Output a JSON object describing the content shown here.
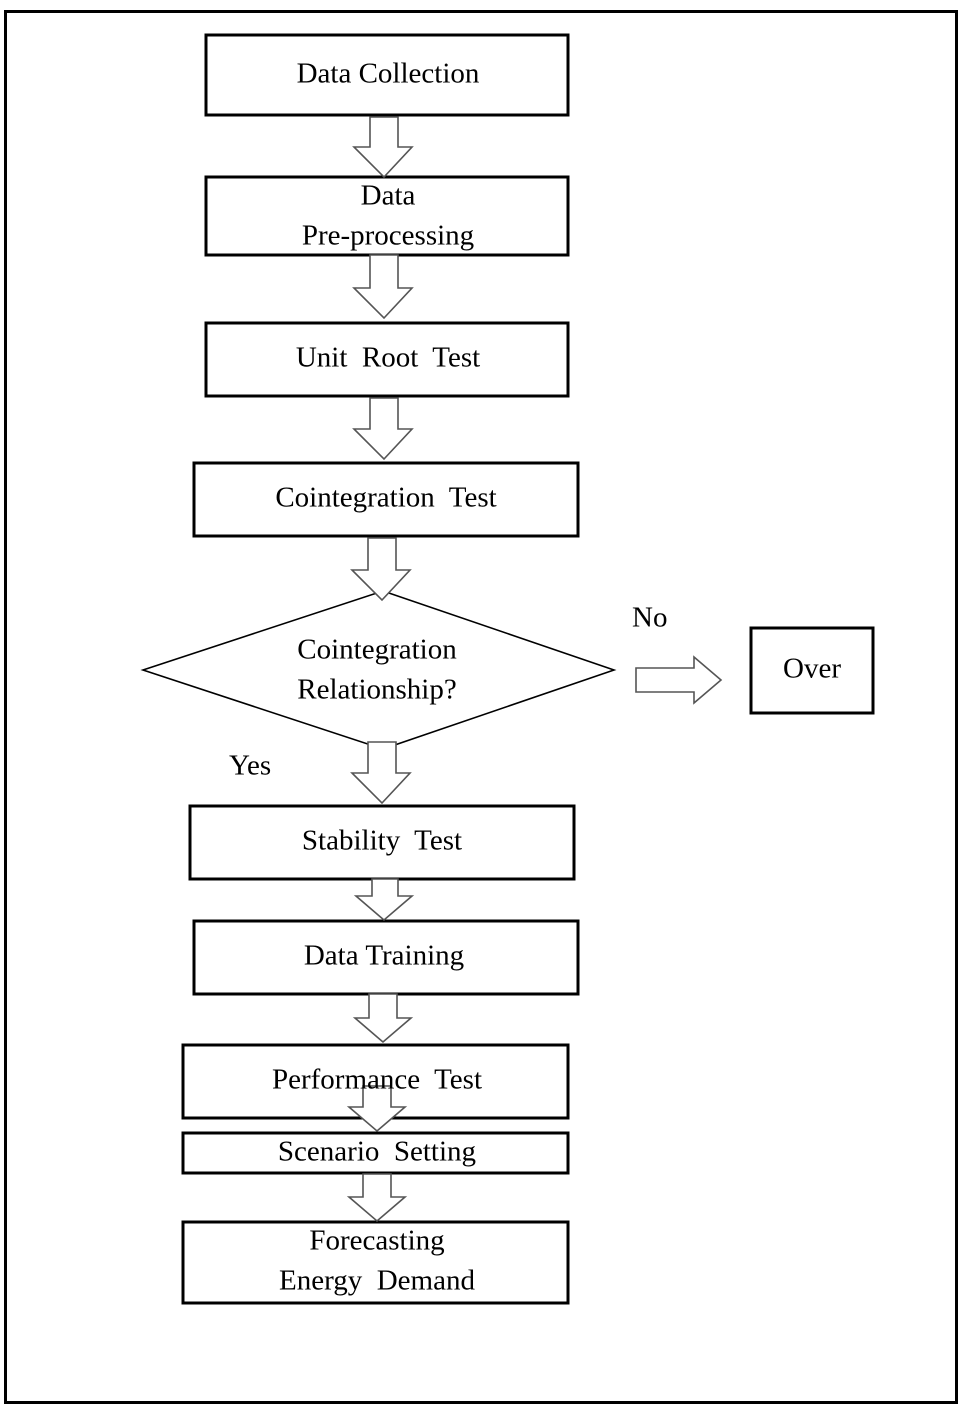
{
  "flowchart": {
    "steps": {
      "data_collection": "Data Collection",
      "data_preprocessing": [
        "Data",
        "Pre-processing"
      ],
      "unit_root_test": "Unit  Root  Test",
      "cointegration_test": "Cointegration  Test",
      "decision": [
        "Cointegration",
        "Relationship?"
      ],
      "over": "Over",
      "stability_test": "Stability  Test",
      "data_training": "Data Training",
      "performance_test": "Performance  Test",
      "scenario_setting": "Scenario  Setting",
      "forecasting": [
        "Forecasting",
        "Energy  Demand"
      ]
    },
    "branches": {
      "no": "No",
      "yes": "Yes"
    }
  }
}
